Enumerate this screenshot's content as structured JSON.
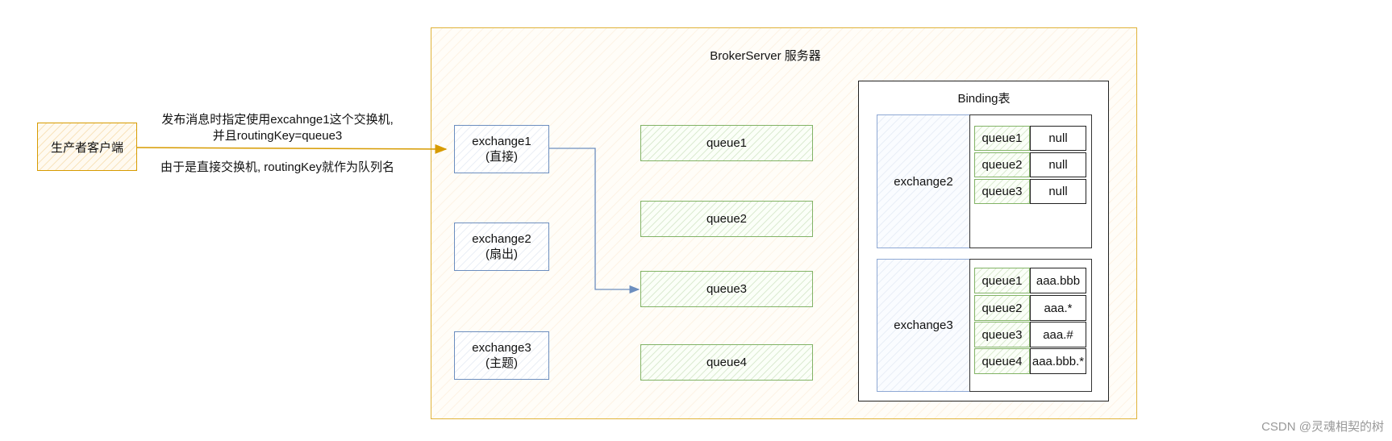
{
  "server": {
    "title": "BrokerServer 服务器"
  },
  "producer": {
    "label": "生产者客户端"
  },
  "annotation": {
    "line1": "发布消息时指定使用excahnge1这个交换机,",
    "line2": "并且routingKey=queue3",
    "line3": "由于是直接交换机, routingKey就作为队列名"
  },
  "exchanges": [
    {
      "name": "exchange1",
      "type": "(直接)"
    },
    {
      "name": "exchange2",
      "type": "(扇出)"
    },
    {
      "name": "exchange3",
      "type": "(主题)"
    }
  ],
  "queues": [
    "queue1",
    "queue2",
    "queue3",
    "queue4"
  ],
  "binding": {
    "title": "Binding表",
    "groups": [
      {
        "exchange": "exchange2",
        "rows": [
          {
            "queue": "queue1",
            "key": "null"
          },
          {
            "queue": "queue2",
            "key": "null"
          },
          {
            "queue": "queue3",
            "key": "null"
          }
        ]
      },
      {
        "exchange": "exchange3",
        "rows": [
          {
            "queue": "queue1",
            "key": "aaa.bbb"
          },
          {
            "queue": "queue2",
            "key": "aaa.*"
          },
          {
            "queue": "queue3",
            "key": "aaa.#"
          },
          {
            "queue": "queue4",
            "key": "aaa.bbb.*"
          }
        ]
      }
    ]
  },
  "colors": {
    "server_border": "#e0b33a",
    "producer_border": "#d79b00",
    "exchange_border": "#6c8ebf",
    "queue_border": "#82b366",
    "arrow_producer": "#d79b00",
    "arrow_exchange": "#6c8ebf"
  },
  "watermark": "CSDN @灵魂相契的树"
}
